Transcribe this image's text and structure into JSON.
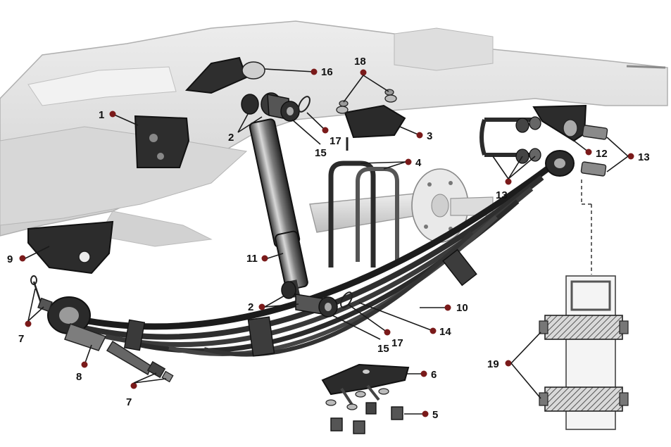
{
  "colors": {
    "background": "#ffffff",
    "frame_fill": "#e4e4e4",
    "frame_shade": "#c9c9c9",
    "part_dark": "#2a2a2a",
    "part_mid": "#6d6d6d",
    "part_light": "#b5b5b5",
    "callout_dot": "#7a1a1a",
    "callout_text": "#111111"
  },
  "callouts": {
    "c1": "1",
    "c2a": "2",
    "c2b": "2",
    "c3": "3",
    "c4": "4",
    "c5": "5",
    "c6": "6",
    "c7a": "7",
    "c7b": "7",
    "c8": "8",
    "c9": "9",
    "c10": "10",
    "c11": "11",
    "c12": "12",
    "c13a": "13",
    "c13b": "13",
    "c14": "14",
    "c15a": "15",
    "c15b": "15",
    "c16": "16",
    "c17a": "17",
    "c17b": "17",
    "c18": "18",
    "c19": "19"
  }
}
